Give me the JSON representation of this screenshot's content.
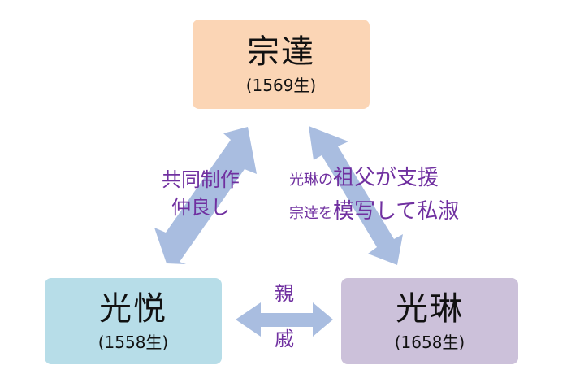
{
  "nodes": {
    "sotatsu": {
      "name": "宗達",
      "year": "(1569生)",
      "color": "#fbd5b5"
    },
    "koetsu": {
      "name": "光悦",
      "year": "(1558生)",
      "color": "#b7dde8"
    },
    "korin": {
      "name": "光琳",
      "year": "(1658生)",
      "color": "#ccc1da"
    }
  },
  "edges": {
    "sotatsu_koetsu": {
      "line1": "共同制作",
      "line2": "仲良し"
    },
    "sotatsu_korin": {
      "line1_prefix": "光琳の",
      "line1_main": "祖父が支援",
      "line2_prefix": "宗達を",
      "line2_main": "模写して私淑"
    },
    "koetsu_korin": {
      "char1": "親",
      "char2": "戚"
    }
  },
  "colors": {
    "arrow": "#a9bde0",
    "label_text": "#7030a0"
  }
}
